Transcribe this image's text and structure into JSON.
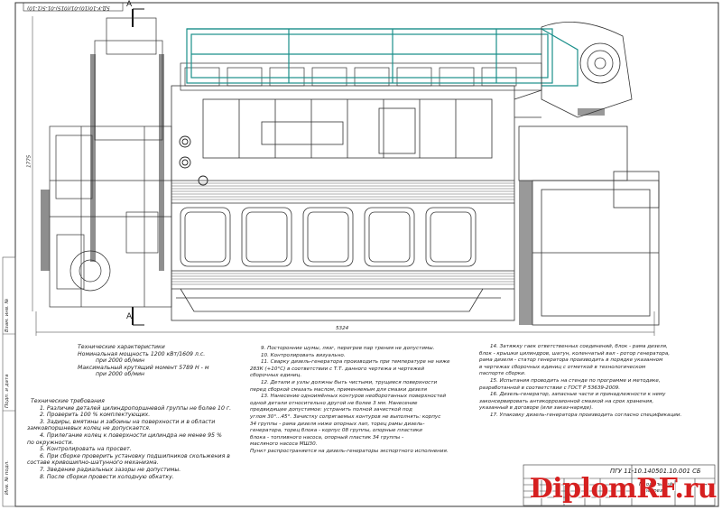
{
  "top_code": "5Д-У-10(10)-01/(015)-01-5(1-10)",
  "section_mark": "А",
  "dim_overall_length": "5324",
  "dim_height": "1775",
  "specs": {
    "heading": "Технические характеристики",
    "lines": [
      "Номинальная мощность 1200 кВт/1609 л.с.",
      "при 2000 об/мин",
      "Максимальный крутящий момент 5789 Н - м",
      "при 2000 об/мин"
    ]
  },
  "requirements_left": {
    "heading": "Технические требования",
    "lines": [
      "1. Различие деталей цилиндропоршневой группы не более 10 г.",
      "2. Проверить 100 % комплектующих.",
      "3. Задиры, вмятины и забоины на поверхности и в области",
      "замковпоршневых колец не допускается.",
      "4. Прилегание колец к поверхности цилиндра не менее 95 %",
      "по окружности.",
      "5. Контролировать на просвет.",
      "6. При сборке проверить установку подшипников скольжения в",
      "составе кривошипно-шатунного механизма.",
      "7. Зведение радиальных зазоры не допустимы.",
      "8. После сборки провести холодную обкатку."
    ]
  },
  "requirements_mid": {
    "lines": [
      "9. Посторонние шумы, лязг, перегрев пар трения не допустимы.",
      "10. Контролировать визуально.",
      "11. Сварку дизель-генератора производить при температуре не ниже",
      "283К (+10°С) в соответствии с Т.Т. данного чертежа и чертежей",
      "сборочных единиц.",
      "12. Детали и узлы должны быть чистыми, трущиеся поверхности",
      "перед сборкой смазать маслом, применяемым для смазки дизеля",
      "13. Нанесение одноимённых контуров необоротанных поверхностей",
      "одной детали относительно другой не более 3 мм. Нанесение",
      "предвидящее допустимое: устранить полной зачисткой под",
      "углом 30°...45°. Зачистку сопрягаемых контуров не выполнять: корпус",
      "34 группы - рама дизеля ниже опорных лап, торец рамы дизель-",
      "генератора, торец блока - корпус 08 группы, опорные пластики",
      "блока - топливного насоса, опорный пластик 34 группы -",
      "масляного насоса МШ30.",
      "Пункт распространяется на дизель-генераторы экспортного исполнения."
    ]
  },
  "requirements_right": {
    "lines": [
      "14. Затяжку гаек ответственных соединений, блок - рама дизеля,",
      "блок - крышки цилиндров, шатун, коленчатый вал - ротор генератора,",
      "рама дизеля - статор генератора производить в порядке указанном",
      "в чертежах сборочных единиц с отметкой в технологическом",
      "паспорте сборки.",
      "15. Испытания проводить на стенде по программе и методике,",
      "разработанной в соответствии с ГОСТ Р 53639-2009.",
      "16. Дизель-генератор, запасные части и принадлежности к нему",
      "законсервировать антикоррозионной смазкой на срок хранения,",
      "указанный в договоре (или заказ-наряде).",
      "17. Упаковку дизель-генератора производить согласно спецификации."
    ]
  },
  "title_block": {
    "doc_code": "ПГУ 11-10.140501.10.001 СБ",
    "name_line1": "Продольный",
    "name_line2": "разрез",
    "sheet": "17"
  },
  "side_labels": [
    "Взам. инв. №",
    "Подп. и дата",
    "Инв. № подл."
  ],
  "watermark": "DiplomRF.ru",
  "colors": {
    "lines": "#2b2b2b",
    "manifold": "#1a8f8a",
    "brand": "#d62020"
  }
}
